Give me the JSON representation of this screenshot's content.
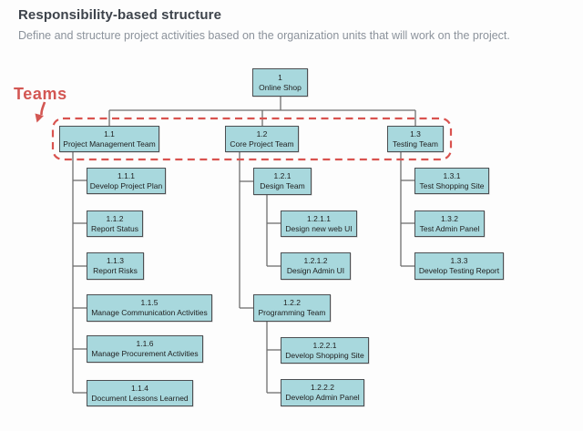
{
  "header": {
    "title": "Responsibility-based structure",
    "subtitle": "Define and structure project activities based on the organization units that will work on the project."
  },
  "annotation": {
    "label": "Teams"
  },
  "diagram": {
    "type": "wbs-org-chart",
    "root_node": "root",
    "nodes": {
      "root": {
        "num": "1",
        "label": "Online Shop"
      },
      "n1_1": {
        "num": "1.1",
        "label": "Project Management Team"
      },
      "n1_2": {
        "num": "1.2",
        "label": "Core Project Team"
      },
      "n1_3": {
        "num": "1.3",
        "label": "Testing Team"
      },
      "n1_1_1": {
        "num": "1.1.1",
        "label": "Develop Project Plan"
      },
      "n1_1_2": {
        "num": "1.1.2",
        "label": "Report Status"
      },
      "n1_1_3": {
        "num": "1.1.3",
        "label": "Report Risks"
      },
      "n1_1_5": {
        "num": "1.1.5",
        "label": "Manage Communication Activities"
      },
      "n1_1_6": {
        "num": "1.1.6",
        "label": "Manage Procurement Activities"
      },
      "n1_1_4": {
        "num": "1.1.4",
        "label": "Document Lessons Learned"
      },
      "n1_2_1": {
        "num": "1.2.1",
        "label": "Design Team"
      },
      "n1_2_1_1": {
        "num": "1.2.1.1",
        "label": "Design new web UI"
      },
      "n1_2_1_2": {
        "num": "1.2.1.2",
        "label": "Design Admin UI"
      },
      "n1_2_2": {
        "num": "1.2.2",
        "label": "Programming Team"
      },
      "n1_2_2_1": {
        "num": "1.2.2.1",
        "label": "Develop Shopping Site"
      },
      "n1_2_2_2": {
        "num": "1.2.2.2",
        "label": "Develop Admin Panel"
      },
      "n1_3_1": {
        "num": "1.3.1",
        "label": "Test Shopping Site"
      },
      "n1_3_2": {
        "num": "1.3.2",
        "label": "Test Admin Panel"
      },
      "n1_3_3": {
        "num": "1.3.3",
        "label": "Develop Testing Report"
      }
    },
    "hierarchy": {
      "root": [
        "n1_1",
        "n1_2",
        "n1_3"
      ],
      "n1_1": [
        "n1_1_1",
        "n1_1_2",
        "n1_1_3",
        "n1_1_5",
        "n1_1_6",
        "n1_1_4"
      ],
      "n1_2": [
        "n1_2_1",
        "n1_2_2"
      ],
      "n1_2_1": [
        "n1_2_1_1",
        "n1_2_1_2"
      ],
      "n1_2_2": [
        "n1_2_2_1",
        "n1_2_2_2"
      ],
      "n1_3": [
        "n1_3_1",
        "n1_3_2",
        "n1_3_3"
      ]
    },
    "colors": {
      "node_fill": "#a8d8dd",
      "node_border": "#4c4f52",
      "connector": "#6e6e6e",
      "highlight_red": "#d9534f"
    }
  }
}
